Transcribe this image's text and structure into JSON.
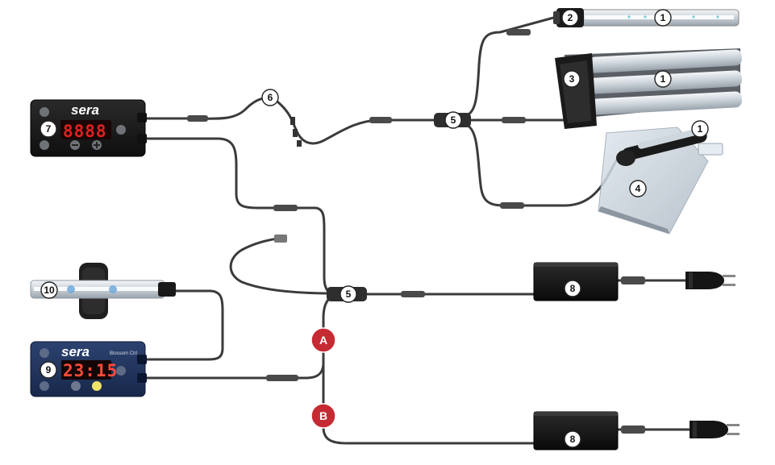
{
  "colors": {
    "cable": "#3b3b3b",
    "badge_red": "#c62a32",
    "controller_dark": "#151515",
    "controller_blue": "#1d2f55",
    "display_red": "#e02121"
  },
  "brand": {
    "logo_left": "sera",
    "logo_bottom": "sera",
    "sublabel_bottom": "Blossom Ctrl"
  },
  "labels": {
    "led_strip_1": "1",
    "led_ring_2": "2",
    "mount_3": "3",
    "mount_4": "4",
    "tube_1a": "1",
    "tube_1b": "1",
    "splitter_5_top": "5",
    "splitter_5_bottom": "5",
    "segment_6": "6",
    "controller_7": "7",
    "power_supply_8_top": "8",
    "power_supply_8_bottom": "8",
    "controller_9": "9",
    "light_10": "10",
    "branch_a": "A",
    "branch_b": "B"
  },
  "displays": {
    "controller_7_display": "8888",
    "controller_9_display": "23:15"
  },
  "icons": {
    "power_plug": "plug-icon",
    "minus": "minus-icon",
    "plus": "plus-icon",
    "light_toggle": "light-icon"
  }
}
